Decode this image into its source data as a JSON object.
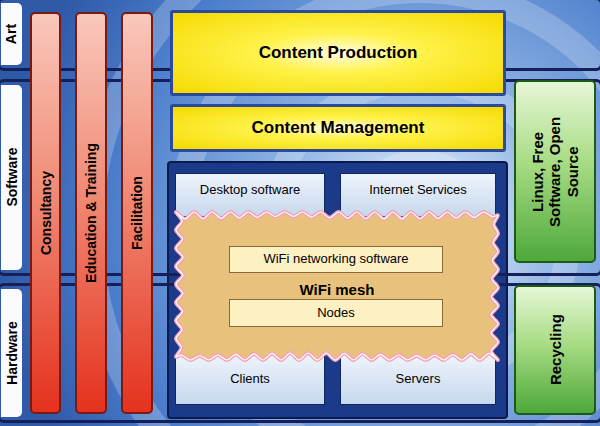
{
  "diagram": {
    "nodes": [
      {
        "text": [
          "Art"
        ]
      },
      {
        "text": [
          "Software"
        ]
      },
      {
        "text": [
          "Hardware"
        ]
      },
      {
        "text": [
          "Consultancy"
        ]
      },
      {
        "text": [
          "Education & Training"
        ]
      },
      {
        "text": [
          "Facilitation"
        ]
      },
      {
        "text": [
          "Content Production"
        ]
      },
      {
        "text": [
          "Content Management"
        ]
      },
      {
        "text": [
          "Desktop software"
        ]
      },
      {
        "text": [
          "Internet Services"
        ]
      },
      {
        "text": [
          "WiFi mesh"
        ]
      },
      {
        "text": [
          "WiFi networking software"
        ],
        "in": 10
      },
      {
        "text": [
          "Nodes"
        ],
        "in": 10
      },
      {
        "text": [
          "Clients"
        ]
      },
      {
        "text": [
          "Servers"
        ]
      },
      {
        "text": [
          "Linux, Free Software, Open Source"
        ]
      },
      {
        "text": [
          "Recycling"
        ]
      }
    ]
  }
}
